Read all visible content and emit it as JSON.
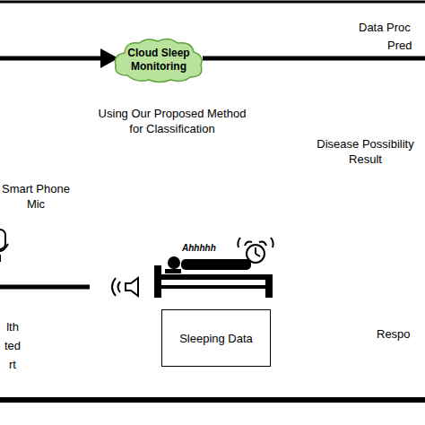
{
  "diagram": {
    "nodes": [
      {
        "text": [
          "Cloud Sleep Monitoring"
        ]
      },
      {
        "text": [
          "Sleeping Data"
        ]
      }
    ],
    "labels": [
      "Using Our Proposed Method for Classification",
      "Data Proc",
      "Pred",
      "Disease Possibility Result",
      "Smart Phone Mic",
      "Ahhhhh",
      "lth ted rt",
      "Respo"
    ]
  }
}
